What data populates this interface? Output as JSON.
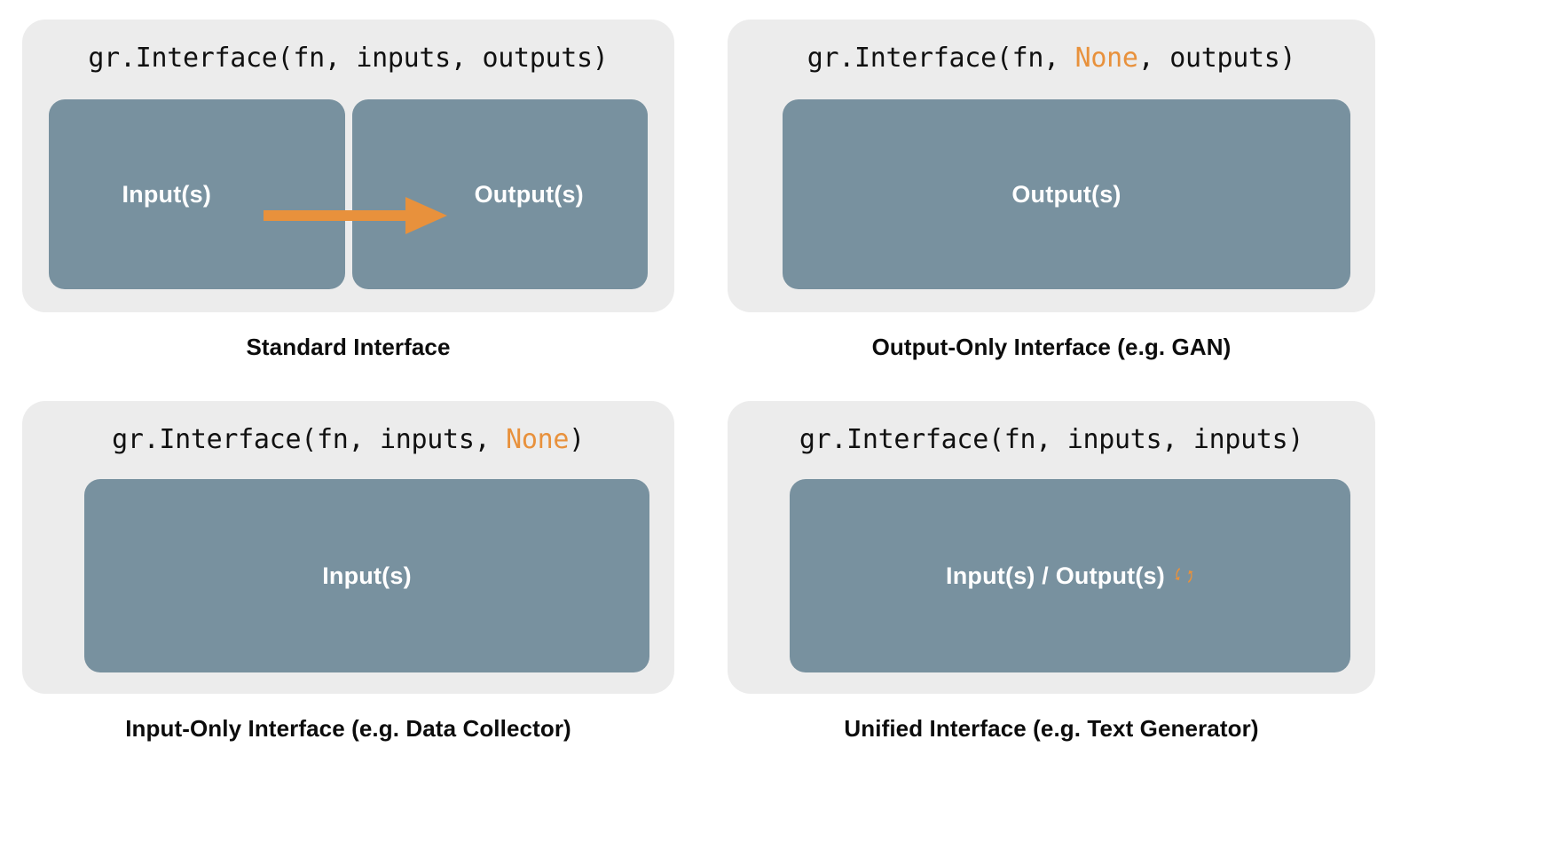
{
  "theme": {
    "background": "#ffffff",
    "card_bg": "#ececec",
    "box_fill": "#78919f",
    "accent_orange": "#e8913c",
    "box_label_color": "#ffffff",
    "caption_color": "#0c0c0c"
  },
  "panels": [
    {
      "id": "standard",
      "code": {
        "prefix": "gr.Interface(fn, inputs, outputs)",
        "part1": "gr.Interface(fn, inputs, outputs)",
        "highlight": "",
        "part2": ""
      },
      "boxes": [
        {
          "label": "Input(s)"
        },
        {
          "label": "Output(s)"
        }
      ],
      "arrow": {
        "name": "flow-arrow",
        "direction": "right",
        "color": "#e8913c"
      },
      "caption": "Standard Interface"
    },
    {
      "id": "output-only",
      "code": {
        "part1": "gr.Interface(fn, ",
        "highlight": "None",
        "part2": ", outputs)"
      },
      "boxes": [
        {
          "label": "Output(s)"
        }
      ],
      "caption": "Output-Only Interface (e.g. GAN)"
    },
    {
      "id": "input-only",
      "code": {
        "part1": "gr.Interface(fn, inputs, ",
        "highlight": "None",
        "part2": ")"
      },
      "boxes": [
        {
          "label": "Input(s)"
        }
      ],
      "caption": "Input-Only Interface (e.g. Data Collector)"
    },
    {
      "id": "unified",
      "code": {
        "part1": "gr.Interface(fn, inputs, inputs)",
        "highlight": "",
        "part2": ""
      },
      "boxes": [
        {
          "label": "Input(s) / Output(s)"
        }
      ],
      "icon": {
        "name": "sync-icon",
        "color": "#e8913c"
      },
      "caption": "Unified Interface (e.g. Text Generator)"
    }
  ]
}
